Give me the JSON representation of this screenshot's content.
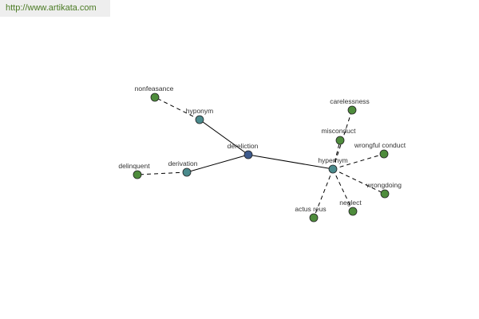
{
  "watermark": {
    "text": "http://www.artikata.com"
  },
  "graph": {
    "colors": {
      "center": "#3d5a8c",
      "relation": "#4a8a8c",
      "leaf": "#4e8c3c",
      "edge": "#000000",
      "label": "#333333"
    },
    "nodes": [
      {
        "id": "dereliction",
        "label": "dereliction",
        "kind": "center"
      },
      {
        "id": "hyponym",
        "label": "hyponym",
        "kind": "relation"
      },
      {
        "id": "derivation",
        "label": "derivation",
        "kind": "relation"
      },
      {
        "id": "hypernym",
        "label": "hypernym",
        "kind": "relation"
      },
      {
        "id": "nonfeasance",
        "label": "nonfeasance",
        "kind": "leaf"
      },
      {
        "id": "delinquent",
        "label": "delinquent",
        "kind": "leaf"
      },
      {
        "id": "carelessness",
        "label": "carelessness",
        "kind": "leaf"
      },
      {
        "id": "misconduct",
        "label": "misconduct",
        "kind": "leaf"
      },
      {
        "id": "wrongful-conduct",
        "label": "wrongful conduct",
        "kind": "leaf"
      },
      {
        "id": "wrongdoing",
        "label": "wrongdoing",
        "kind": "leaf"
      },
      {
        "id": "neglect",
        "label": "neglect",
        "kind": "leaf"
      },
      {
        "id": "actus-reus",
        "label": "actus reus",
        "kind": "leaf"
      }
    ],
    "edges": [
      {
        "from": "dereliction",
        "to": "hyponym",
        "style": "solid"
      },
      {
        "from": "dereliction",
        "to": "derivation",
        "style": "solid"
      },
      {
        "from": "dereliction",
        "to": "hypernym",
        "style": "solid"
      },
      {
        "from": "hyponym",
        "to": "nonfeasance",
        "style": "dashed"
      },
      {
        "from": "derivation",
        "to": "delinquent",
        "style": "dashed"
      },
      {
        "from": "hypernym",
        "to": "carelessness",
        "style": "dashed"
      },
      {
        "from": "hypernym",
        "to": "misconduct",
        "style": "dashed"
      },
      {
        "from": "hypernym",
        "to": "wrongful-conduct",
        "style": "dashed"
      },
      {
        "from": "hypernym",
        "to": "wrongdoing",
        "style": "dashed"
      },
      {
        "from": "hypernym",
        "to": "neglect",
        "style": "dashed"
      },
      {
        "from": "hypernym",
        "to": "actus-reus",
        "style": "dashed"
      }
    ]
  }
}
